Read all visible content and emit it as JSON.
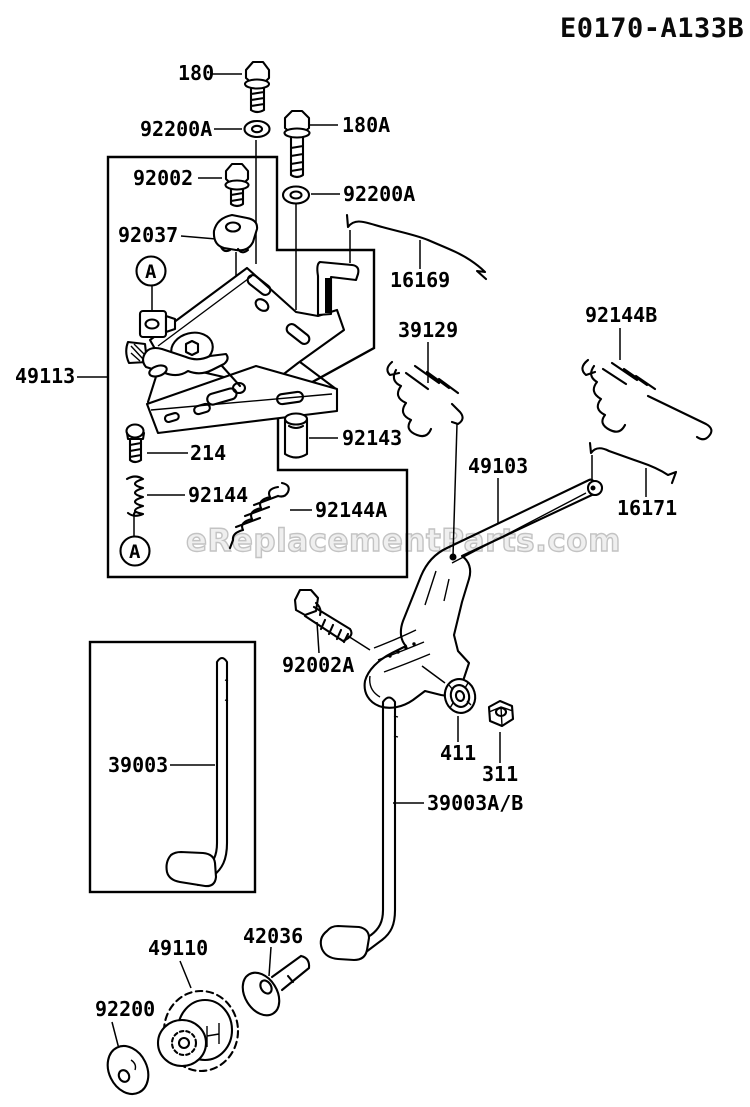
{
  "diagram": {
    "title": "E0170-A133B",
    "watermark": "eReplacementParts.com",
    "colors": {
      "ink": "#000000",
      "background": "#ffffff",
      "watermark": "#c3c3c3"
    },
    "labels": [
      {
        "id": "180",
        "text": "180"
      },
      {
        "id": "92200A-1",
        "text": "92200A"
      },
      {
        "id": "180A",
        "text": "180A"
      },
      {
        "id": "92002",
        "text": "92002"
      },
      {
        "id": "92200A-2",
        "text": "92200A"
      },
      {
        "id": "92037",
        "text": "92037"
      },
      {
        "id": "16169",
        "text": "16169"
      },
      {
        "id": "39129",
        "text": "39129"
      },
      {
        "id": "92144B",
        "text": "92144B"
      },
      {
        "id": "49113",
        "text": "49113"
      },
      {
        "id": "214",
        "text": "214"
      },
      {
        "id": "92143",
        "text": "92143"
      },
      {
        "id": "92144",
        "text": "92144"
      },
      {
        "id": "92144A",
        "text": "92144A"
      },
      {
        "id": "49103",
        "text": "49103"
      },
      {
        "id": "16171",
        "text": "16171"
      },
      {
        "id": "92002A",
        "text": "92002A"
      },
      {
        "id": "39003",
        "text": "39003"
      },
      {
        "id": "411",
        "text": "411"
      },
      {
        "id": "311",
        "text": "311"
      },
      {
        "id": "39003A/B",
        "text": "39003A/B"
      },
      {
        "id": "49110",
        "text": "49110"
      },
      {
        "id": "42036",
        "text": "42036"
      },
      {
        "id": "92200",
        "text": "92200"
      }
    ],
    "callouts": [
      {
        "letter": "A"
      },
      {
        "letter": "A"
      }
    ]
  }
}
